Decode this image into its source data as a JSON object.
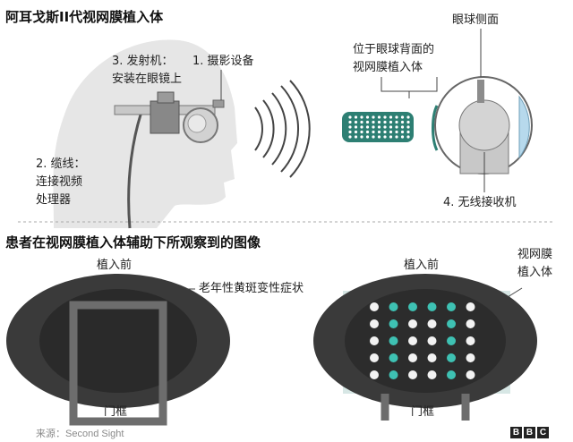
{
  "top": {
    "title": "阿耳戈斯II代视网膜植入体",
    "label_camera": "1. 摄影设备",
    "label_transmitter_1": "3. 发射机：",
    "label_transmitter_2": "安装在眼镜上",
    "label_cable_1": "2. 缆线：",
    "label_cable_2": "连接视频",
    "label_cable_3": "处理器",
    "label_implant_1": "位于眼球背面的",
    "label_implant_2": "视网膜植入体",
    "label_eye_side": "眼球侧面",
    "label_receiver": "4. 无线接收机"
  },
  "bottom": {
    "title": "患者在视网膜植入体辅助下所观察到的图像",
    "left_before": "植入前",
    "macular": "老年性黄斑变性症状",
    "left_door": "门框",
    "right_before": "植入前",
    "implant_1": "视网膜",
    "implant_2": "植入体",
    "right_door": "门框"
  },
  "footer": {
    "source": "来源：Second Sight",
    "bbc": [
      "B",
      "B",
      "C"
    ]
  },
  "colors": {
    "head": "#e4e4e4",
    "implant_teal": "#2d7f73",
    "dot_teal": "#3ec1b3",
    "dark_vision": "#353535",
    "panel_light": "#d7e7e5"
  }
}
